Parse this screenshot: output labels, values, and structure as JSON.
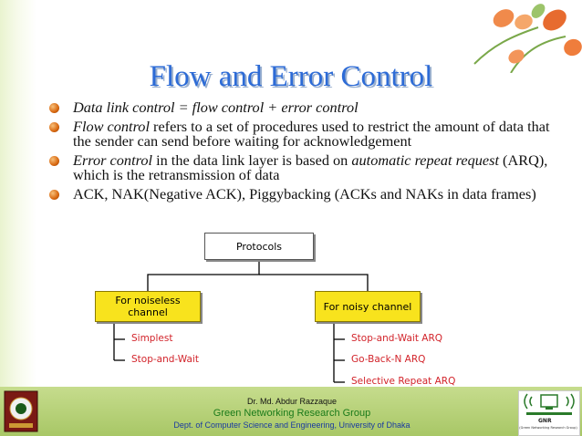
{
  "slide": {
    "title": "Flow and Error Control",
    "bullets": [
      {
        "segments": [
          {
            "text": "Data link control = flow control + error control",
            "italic": true
          }
        ]
      },
      {
        "segments": [
          {
            "text": "Flow control",
            "italic": true
          },
          {
            "text": " refers to a set of procedures used to restrict the amount of data that the sender can send before waiting for acknowledgement",
            "italic": false
          }
        ]
      },
      {
        "segments": [
          {
            "text": "Error control",
            "italic": true
          },
          {
            "text": " in the data link layer is based on ",
            "italic": false
          },
          {
            "text": "automatic repeat request",
            "italic": true
          },
          {
            "text": " (ARQ), which is the retransmission of data",
            "italic": false
          }
        ]
      },
      {
        "segments": [
          {
            "text": "ACK, NAK(Negative ACK), Piggybacking (ACKs and NAKs in data frames)",
            "italic": false
          }
        ]
      }
    ]
  },
  "diagram": {
    "root": "Protocols",
    "noiseless": {
      "label": "For noiseless channel",
      "items": [
        "Simplest",
        "Stop-and-Wait"
      ]
    },
    "noisy": {
      "label": "For noisy channel",
      "items": [
        "Stop-and-Wait ARQ",
        "Go-Back-N ARQ",
        "Selective Repeat ARQ"
      ]
    }
  },
  "footer": {
    "author": "Dr. Md. Abdur Razzaque",
    "group": "Green Networking Research Group",
    "dept": "Dept. of Computer Science and Engineering, University of Dhaka",
    "logo_label": "GNR",
    "logo_sub": "(Green Networking Research Group)"
  },
  "colors": {
    "title": "#2d6bd6",
    "box_yellow": "#f8e31d",
    "leaf_text": "#d2232a",
    "footer_green": "#a8c766"
  }
}
